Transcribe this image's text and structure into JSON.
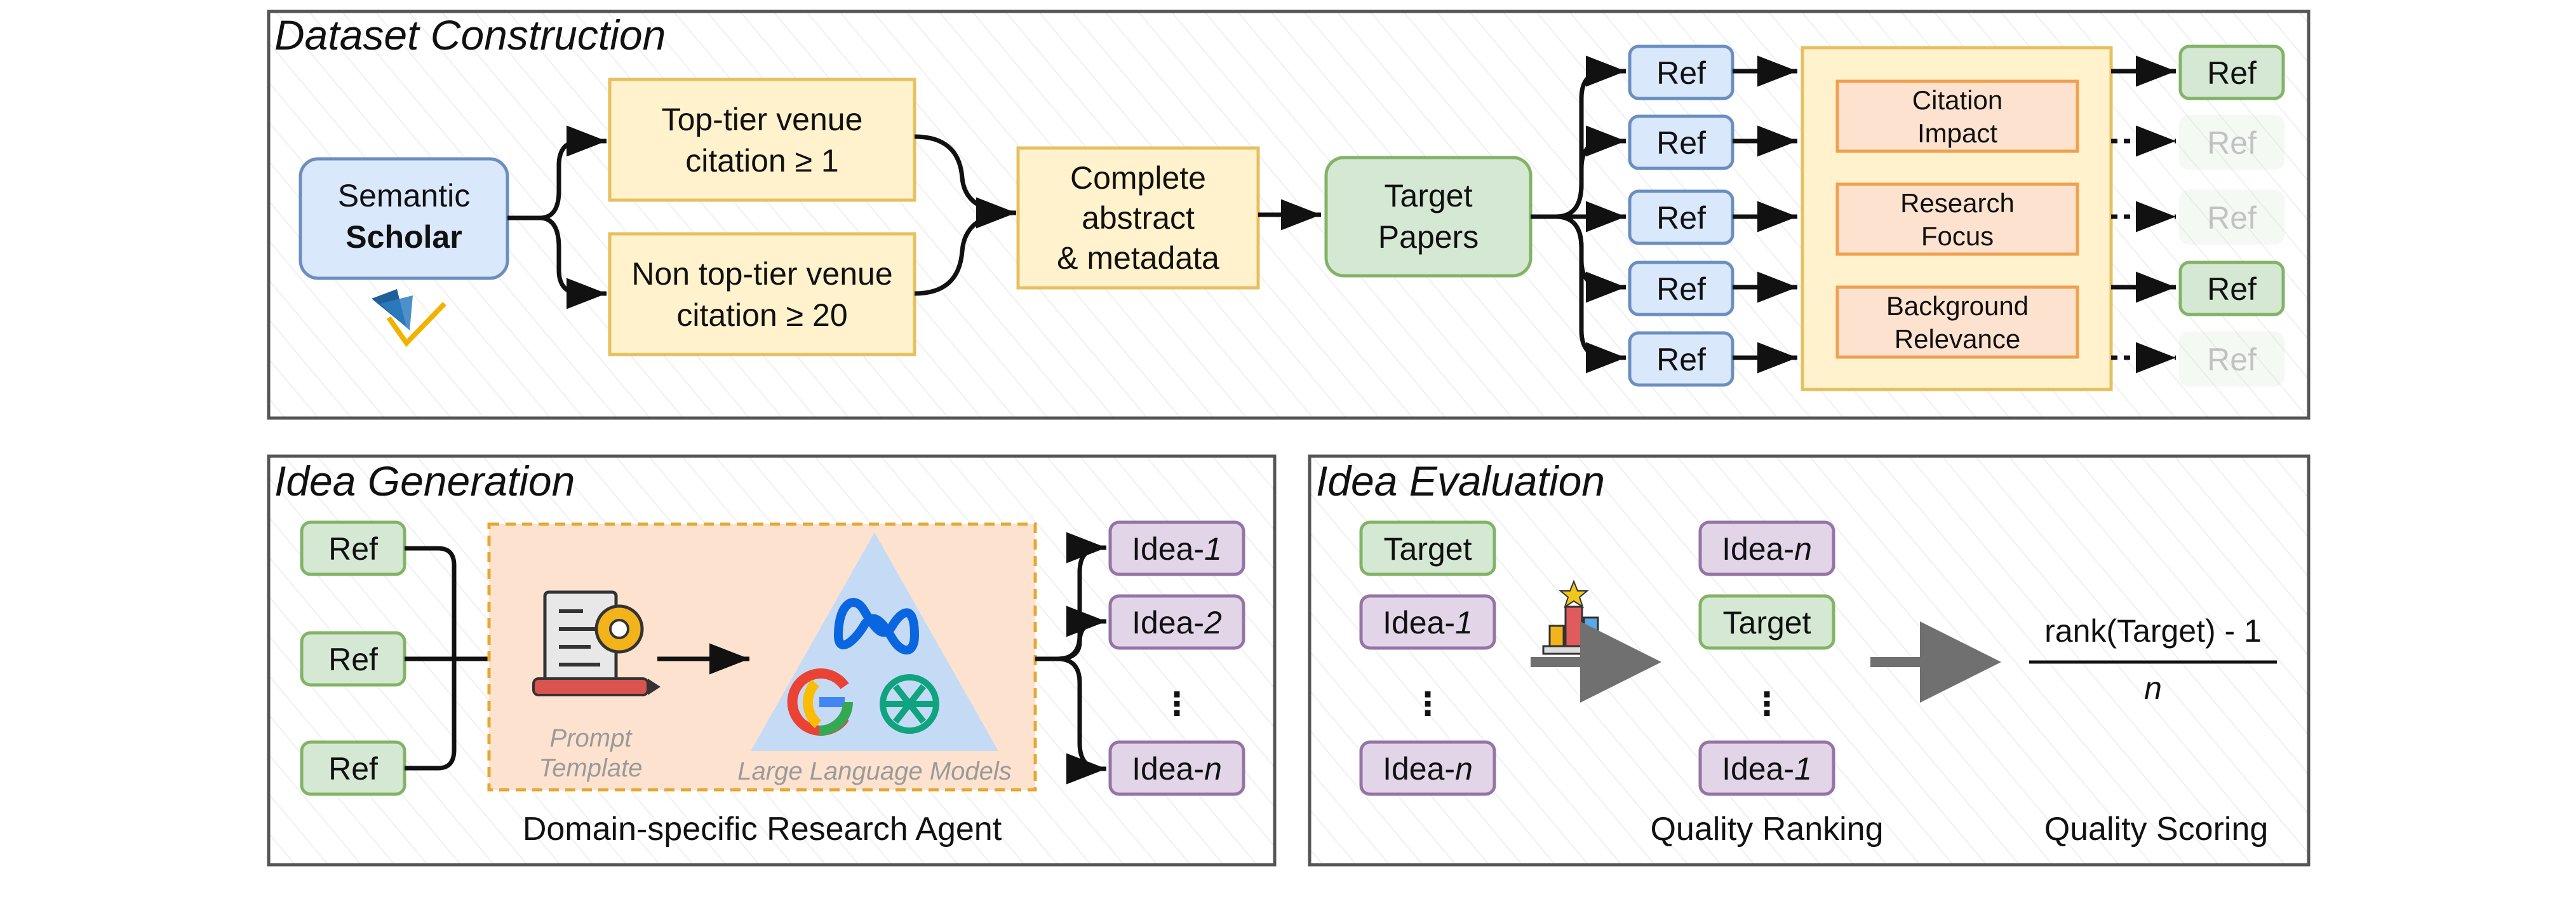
{
  "colors": {
    "blue_fill": "#dae8fc",
    "blue_stroke": "#6c8ebf",
    "yellow_fill": "#fff2cc",
    "yellow_stroke": "#e6c060",
    "green_fill": "#d5e8d4",
    "green_stroke": "#82b366",
    "orange_fill": "#fde3cf",
    "orange_stroke": "#f0a050",
    "purple_fill": "#e1d5e7",
    "purple_stroke": "#9673a6"
  },
  "dataset": {
    "title": "Dataset Construction",
    "semantic": {
      "line1": "Semantic",
      "line2": "Scholar"
    },
    "top_tier": {
      "line1": "Top-tier venue",
      "line2": "citation ≥ 1"
    },
    "non_top_tier": {
      "line1": "Non top-tier venue",
      "line2": "citation ≥ 20"
    },
    "complete": {
      "line1": "Complete",
      "line2": "abstract",
      "line3": "& metadata"
    },
    "target": {
      "line1": "Target",
      "line2": "Papers"
    },
    "ref_label": "Ref",
    "criteria": [
      {
        "line1": "Citation",
        "line2": "Impact"
      },
      {
        "line1": "Research",
        "line2": "Focus"
      },
      {
        "line1": "Background",
        "line2": "Relevance"
      }
    ]
  },
  "generation": {
    "title": "Idea Generation",
    "ref_label": "Ref",
    "prompt": {
      "line1": "Prompt",
      "line2": "Template"
    },
    "llm_label": "Large Language Models",
    "agent_caption": "Domain-specific Research Agent",
    "idea_prefix": "Idea-",
    "ideas": [
      "1",
      "2",
      "n"
    ],
    "dots": "⋮"
  },
  "evaluation": {
    "title": "Idea Evaluation",
    "target_label": "Target",
    "idea_prefix": "Idea-",
    "left_suffixes": [
      "1",
      "n"
    ],
    "right_suffixes": [
      "n",
      "1"
    ],
    "dots": "⋮",
    "formula_numerator": "rank(Target) - 1",
    "formula_denominator": "n",
    "ranking_caption": "Quality Ranking",
    "scoring_caption": "Quality Scoring"
  }
}
